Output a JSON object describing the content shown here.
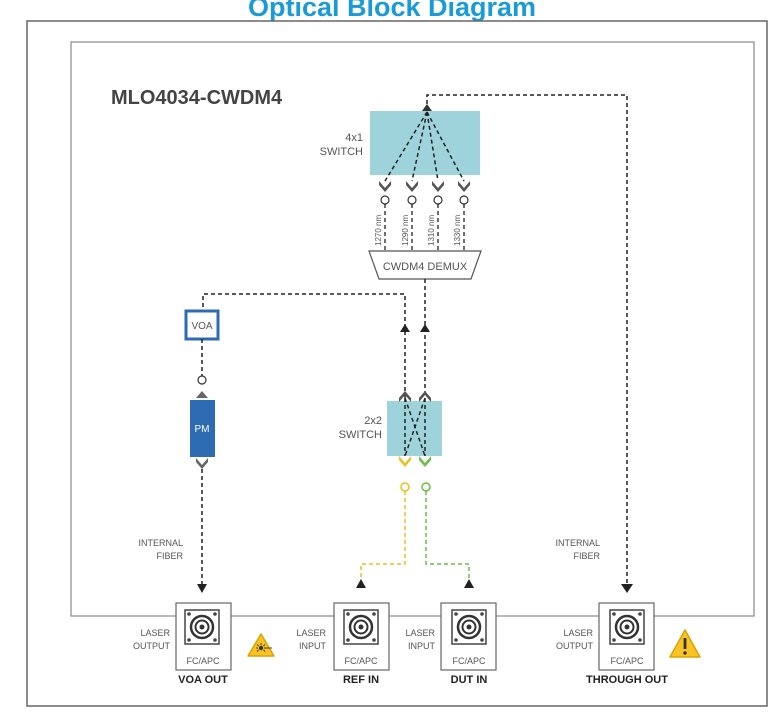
{
  "title": "Optical Block Diagram",
  "model": "MLO4034-CWDM4",
  "switch_4x1": {
    "line1": "4x1",
    "line2": "SWITCH"
  },
  "switch_2x2": {
    "line1": "2x2",
    "line2": "SWITCH"
  },
  "wavelengths": [
    "1270 nm",
    "1290 nm",
    "1310 nm",
    "1330 nm"
  ],
  "demux_label": "CWDM4 DEMUX",
  "voa_label": "VOA",
  "pm_label": "PM",
  "internal_fiber_left": {
    "line1": "INTERNAL",
    "line2": "FIBER"
  },
  "internal_fiber_right": {
    "line1": "INTERNAL",
    "line2": "FIBER"
  },
  "ports": [
    {
      "side_line1": "LASER",
      "side_line2": "OUTPUT",
      "connector": "FC/APC",
      "name": "VOA OUT",
      "warning": "laser"
    },
    {
      "side_line1": "LASER",
      "side_line2": "INPUT",
      "connector": "FC/APC",
      "name": "REF IN",
      "warning": ""
    },
    {
      "side_line1": "LASER",
      "side_line2": "INPUT",
      "connector": "FC/APC",
      "name": "DUT IN",
      "warning": ""
    },
    {
      "side_line1": "LASER",
      "side_line2": "OUTPUT",
      "connector": "FC/APC",
      "name": "THROUGH OUT",
      "warning": "caution"
    }
  ],
  "colors": {
    "title": "#1a9ad6",
    "switch_fill": "#9fd3dc",
    "voa_border": "#2d6cb3",
    "pm_fill": "#2d6cb3",
    "ref_path": "#e8c21c",
    "dut_path": "#6cbe45",
    "warning_fill": "#f7c325",
    "frame": "#666666"
  },
  "icons": {
    "laser_warning": "laser-warning-icon",
    "caution_warning": "caution-warning-icon"
  }
}
